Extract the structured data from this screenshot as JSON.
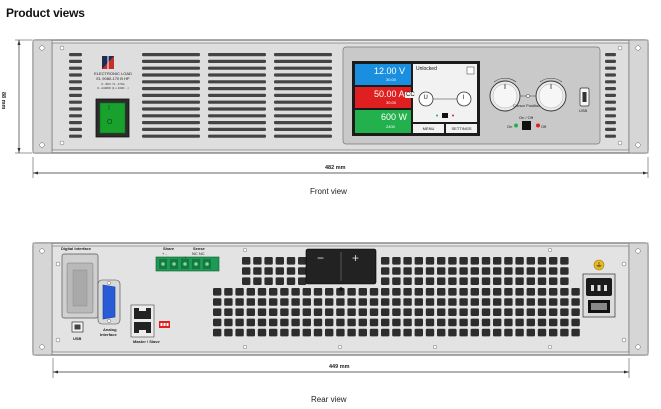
{
  "page": {
    "title": "Product views"
  },
  "front": {
    "caption": "Front view",
    "width_label": "482 mm",
    "height_label": "88 mm",
    "brand": "ELECTRONIC LOAD",
    "model": "EL 9080-170 B HP",
    "spec_line1": "0...80V / 0...170A",
    "spec_line2": "0...2400W  (1 x 1000 ...)",
    "power_switch": {
      "on": "I",
      "off": "O"
    },
    "display": {
      "voltage": "12.00 V",
      "voltage_set": "30.00",
      "current": "50.00 A",
      "current_set": "30.00",
      "mode": "CC",
      "power": "600 W",
      "power_set": "2400",
      "status": "Unlocked",
      "knob_left": "U",
      "knob_right": "I",
      "menu_btn": "MENU",
      "settings_btn": "SETTINGS"
    },
    "remote_label": "Cursor Position",
    "onoff_label": "On / Off",
    "on_label": "On",
    "off_label": "Off",
    "usb_label": "USB",
    "colors": {
      "voltage": "#1a8fe0",
      "current": "#e02020",
      "power": "#22b14c",
      "switch": "#19a12e"
    }
  },
  "rear": {
    "caption": "Rear view",
    "width_label": "449 mm",
    "digital_interface": "Digital Interface",
    "usb_label": "USB",
    "analog_interface_line1": "Analog",
    "analog_interface_line2": "Interface",
    "master_slave": "Master / Slave",
    "share_label": "Share",
    "sense_label": "Sense",
    "share_pins": "+   -",
    "sense_pins": "NC  NC",
    "sense_signs": "-         +",
    "dc_minus": "−",
    "dc_plus": "+"
  }
}
